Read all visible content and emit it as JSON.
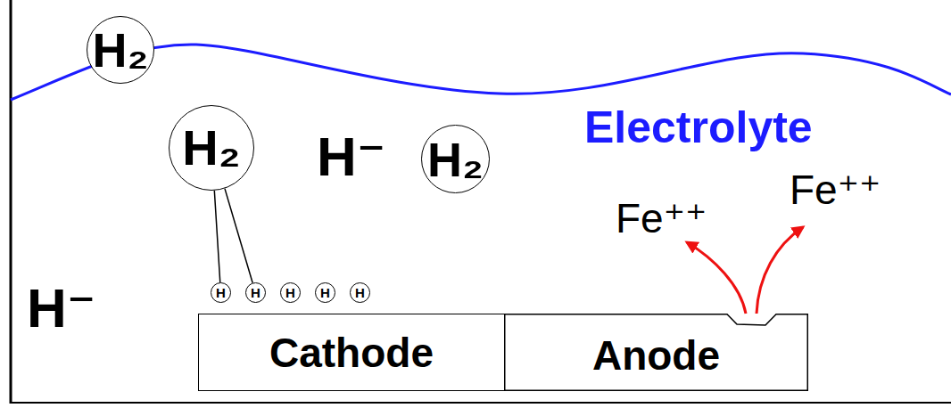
{
  "diagram": {
    "nodes": [
      {
        "text": [
          "H₂"
        ]
      },
      {
        "text": [
          "H₂"
        ]
      },
      {
        "text": [
          "H₂"
        ]
      },
      {
        "text": [
          "H"
        ]
      },
      {
        "text": [
          "H"
        ]
      },
      {
        "text": [
          "H"
        ]
      },
      {
        "text": [
          "H"
        ]
      },
      {
        "text": [
          "H"
        ]
      },
      {
        "text": [
          "Cathode"
        ]
      },
      {
        "text": [
          "Anode"
        ]
      }
    ],
    "edges": [
      {
        "from": 1,
        "to": 3,
        "arrow": "none"
      },
      {
        "from": 1,
        "to": 4,
        "arrow": "none"
      }
    ],
    "labels": [
      "Electrolyte",
      "H⁻",
      "Fe⁺⁺",
      "Fe⁺⁺",
      "H⁻"
    ]
  }
}
